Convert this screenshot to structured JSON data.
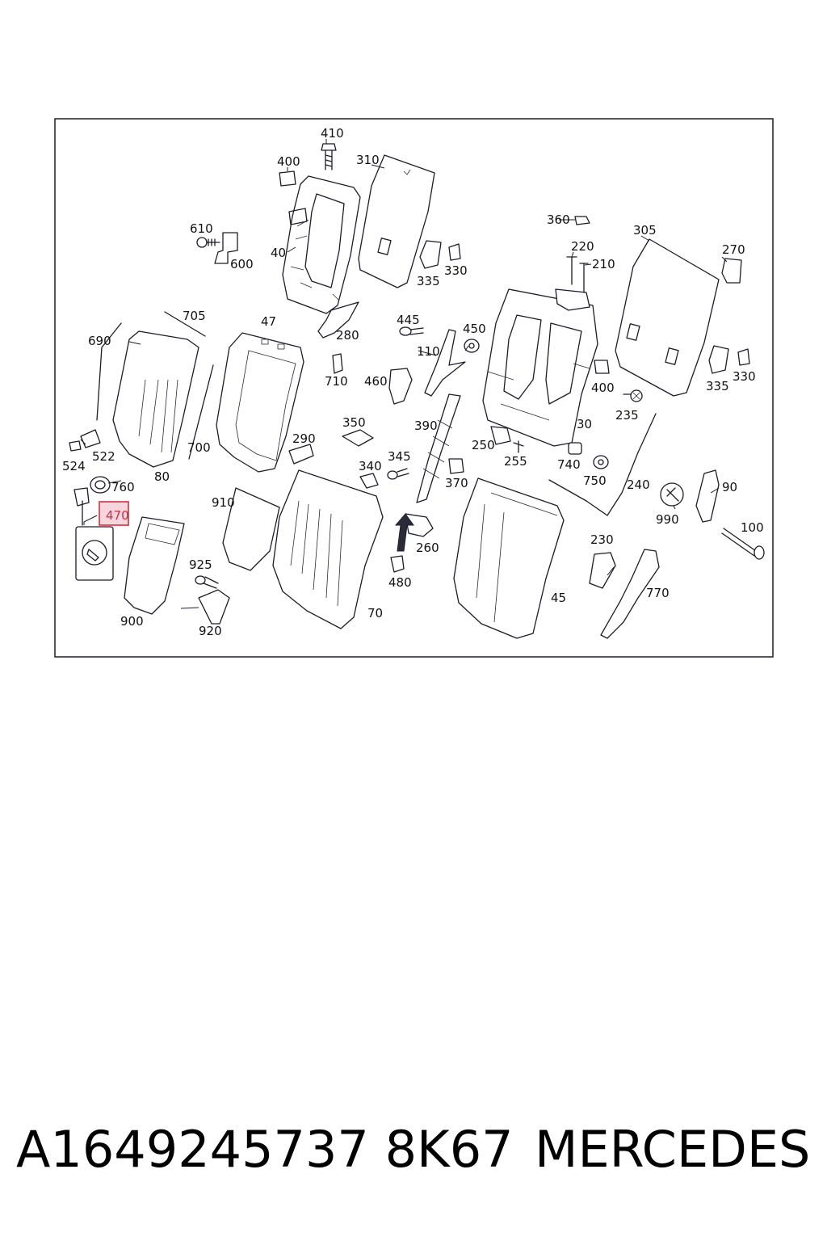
{
  "callouts": [
    "410",
    "400",
    "310",
    "40",
    "610",
    "600",
    "360",
    "305",
    "270",
    "220",
    "210",
    "330",
    "335",
    "705",
    "690",
    "47",
    "280",
    "445",
    "450",
    "110",
    "710",
    "460",
    "400",
    "235",
    "335",
    "330",
    "524",
    "522",
    "700",
    "80",
    "350",
    "290",
    "390",
    "30",
    "250",
    "255",
    "740",
    "750",
    "240",
    "90",
    "760",
    "910",
    "340",
    "345",
    "370",
    "990",
    "470",
    "260",
    "100",
    "230",
    "925",
    "480",
    "45",
    "770",
    "900",
    "920",
    "70"
  ],
  "highlighted_callout": "470",
  "footer": {
    "part_number": "A1649245737 8K67",
    "brand": "MERCEDES"
  },
  "colors": {
    "line": "#1c1c2a",
    "highlight_border": "#d03040",
    "highlight_fill": "#f6d6dc"
  }
}
